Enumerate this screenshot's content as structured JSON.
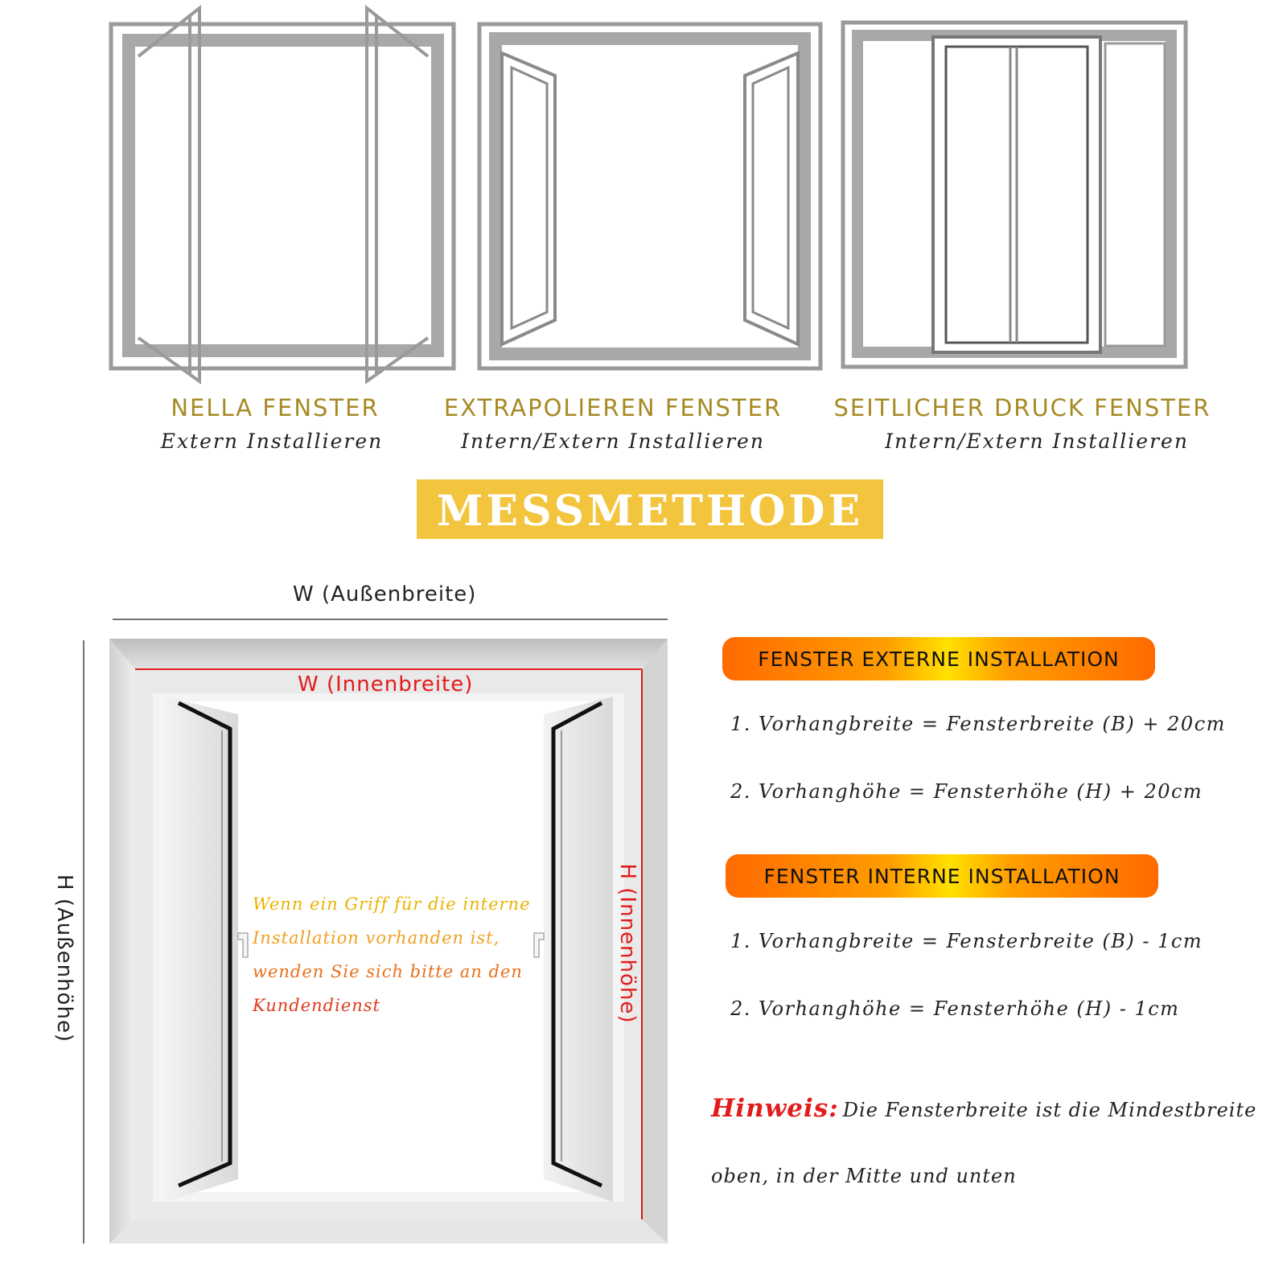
{
  "window_types": [
    {
      "title": "NELLA FENSTER",
      "subtitle": "Extern Installieren"
    },
    {
      "title": "EXTRAPOLIEREN FENSTER",
      "subtitle": "Intern/Extern Installieren"
    },
    {
      "title": "SEITLICHER DRUCK FENSTER",
      "subtitle": "Intern/Extern Installieren"
    }
  ],
  "banner": {
    "text": "MESSMETHODE",
    "color": "#f3c53e"
  },
  "diagram": {
    "outer_width_label": "W (Außenbreite)",
    "outer_height_label": "H (Außenhöhe)",
    "inner_width_label": "W (Innenbreite)",
    "inner_height_label": "H (Innenhöhe)",
    "handle_note": [
      "Wenn ein Griff für die interne",
      "Installation vorhanden ist,",
      "wenden Sie sich bitte an den",
      "Kundendienst"
    ]
  },
  "external": {
    "heading": "FENSTER EXTERNE INSTALLATION",
    "steps": [
      "1. Vorhangbreite = Fensterbreite (B) + 20cm",
      "2. Vorhanghöhe = Fensterhöhe (H) + 20cm"
    ]
  },
  "internal": {
    "heading": "FENSTER INTERNE INSTALLATION",
    "steps": [
      "1. Vorhangbreite = Fensterbreite (B) - 1cm",
      "2. Vorhanghöhe = Fensterhöhe (H) - 1cm"
    ]
  },
  "hinweis": {
    "label": "Hinweis:",
    "line1": "Die Fensterbreite ist die Mindestbreite",
    "line2": "oben, in der Mitte und unten"
  },
  "colors": {
    "title_gold": "#a68a24",
    "accent_red": "#e21b1b",
    "note_yellow": "#e8b400",
    "pill_orange": "#ff6a00",
    "pill_yellow": "#ffe100"
  }
}
